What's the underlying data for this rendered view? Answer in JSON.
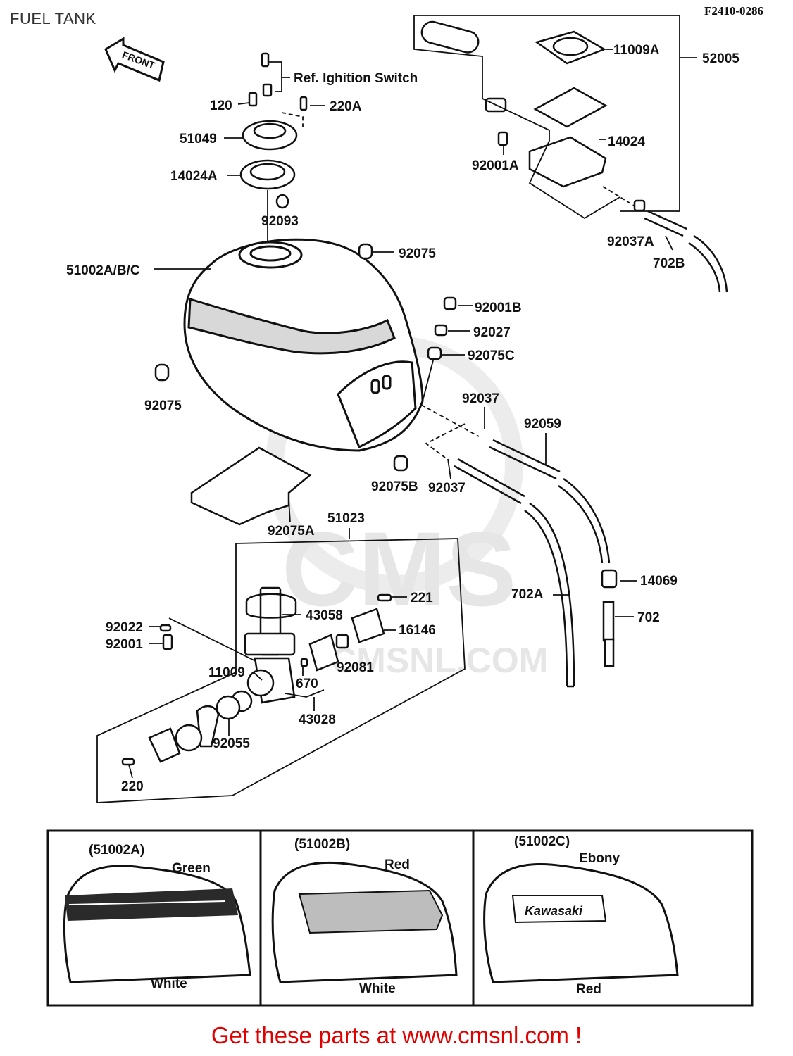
{
  "header": {
    "title": "FUEL TANK",
    "diagram_code": "F2410-0286"
  },
  "watermark": {
    "text": "CMS",
    "site": "CMSNL.COM"
  },
  "front_arrow": "FRONT",
  "callouts": {
    "ref_ignition": "Ref. Ighition Switch",
    "p120": "120",
    "p220A": "220A",
    "p51049": "51049",
    "p14024A": "14024A",
    "p92093": "92093",
    "p51002ABC": "51002A/B/C",
    "p92075_top": "92075",
    "p92075_left": "92075",
    "p11009A": "11009A",
    "p52005": "52005",
    "p14024": "14024",
    "p92001A": "92001A",
    "p92037A": "92037A",
    "p702B": "702B",
    "p92001B": "92001B",
    "p92027": "92027",
    "p92075C": "92075C",
    "p92037_upper": "92037",
    "p92059": "92059",
    "p92075B": "92075B",
    "p92037_lower": "92037",
    "p92075A": "92075A",
    "p51023": "51023",
    "p43058": "43058",
    "p221": "221",
    "p16146": "16146",
    "p92022": "92022",
    "p92001": "92001",
    "p92081": "92081",
    "p11009": "11009",
    "p670": "670",
    "p43028": "43028",
    "p92055": "92055",
    "p220": "220",
    "p702A": "702A",
    "p14069": "14069",
    "p702": "702"
  },
  "variants": [
    {
      "code": "(51002A)",
      "upper_color": "Green",
      "lower_color": "White",
      "badge": ""
    },
    {
      "code": "(51002B)",
      "upper_color": "Red",
      "lower_color": "White",
      "badge": ""
    },
    {
      "code": "(51002C)",
      "upper_color": "Ebony",
      "lower_color": "Red",
      "badge": "Kawasaki"
    }
  ],
  "footer": {
    "text": "Get these parts at www.cmsnl.com !"
  },
  "colors": {
    "ink": "#111111",
    "footer_red": "#e00000",
    "watermark_gray": "#e6e6e6"
  }
}
